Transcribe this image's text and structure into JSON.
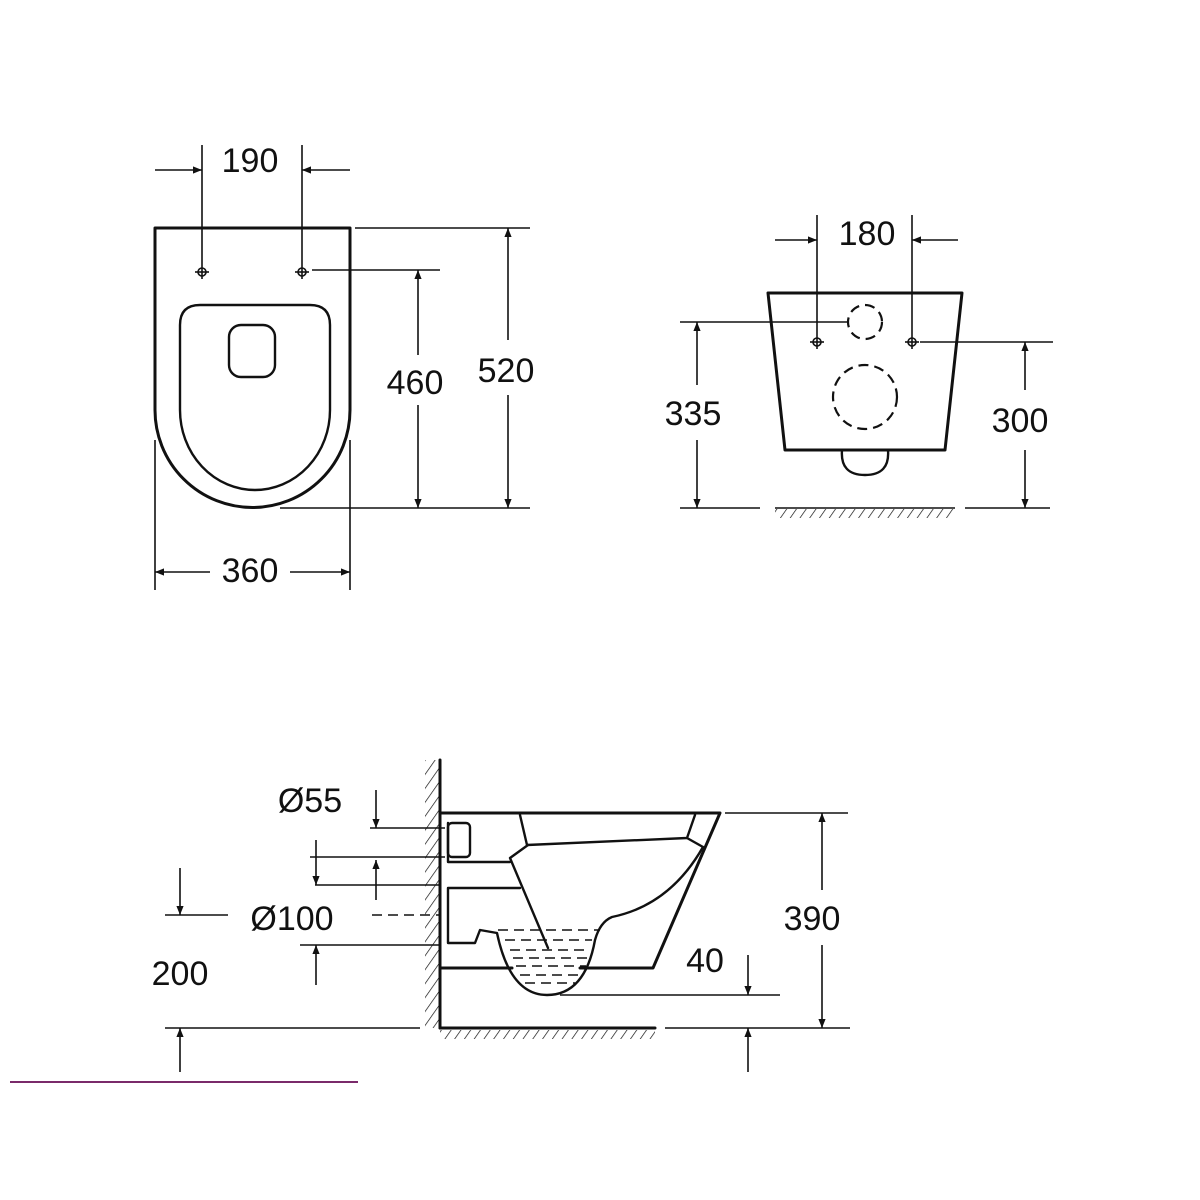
{
  "front_view": {
    "dim_holes": "190",
    "dim_fix_height": "460",
    "dim_length": "520",
    "dim_width": "360"
  },
  "rear_view": {
    "dim_holes": "180",
    "dim_outlet_height": "335",
    "dim_fix_height": "300"
  },
  "side_view": {
    "dim_inlet": "Ø55",
    "dim_outlet": "Ø100",
    "dim_outlet_height": "200",
    "dim_seat_height": "390",
    "dim_bowl_drop": "40"
  },
  "colors": {
    "line": "#111111",
    "accent_rule": "#7a2a6a"
  }
}
